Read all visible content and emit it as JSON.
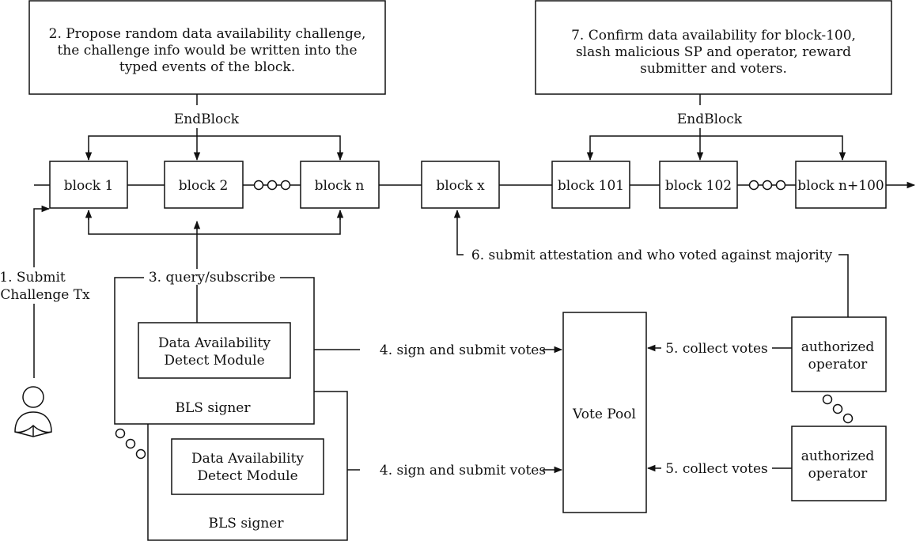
{
  "steps": {
    "s1_line1": "1. Submit",
    "s1_line2": "Challenge Tx",
    "s2_line1": "2. Propose random data availability challenge,",
    "s2_line2": "the challenge info would be written into the",
    "s2_line3": "typed events of the block.",
    "s3": "3. query/subscribe",
    "s4a": "4. sign and submit votes",
    "s4b": "4. sign and submit votes",
    "s5a": "5. collect votes",
    "s5b": "5. collect votes",
    "s6": "6. submit attestation and who voted against majority",
    "s7_line1": "7. Confirm data availability for block-100,",
    "s7_line2": "slash malicious SP and operator, reward",
    "s7_line3": "submitter and voters."
  },
  "endblock_left": "EndBlock",
  "endblock_right": "EndBlock",
  "blocks": {
    "b1": "block 1",
    "b2": "block 2",
    "bn": "block n",
    "bx": "block x",
    "b101": "block 101",
    "b102": "block 102",
    "bn100": "block n+100"
  },
  "signer1": {
    "module_line1": "Data Availability",
    "module_line2": "Detect Module",
    "label": "BLS signer"
  },
  "signer2": {
    "module_line1": "Data Availability",
    "module_line2": "Detect Module",
    "label": "BLS signer"
  },
  "vote_pool": "Vote Pool",
  "operator1": {
    "line1": "authorized",
    "line2": "operator"
  },
  "operator2": {
    "line1": "authorized",
    "line2": "operator"
  }
}
